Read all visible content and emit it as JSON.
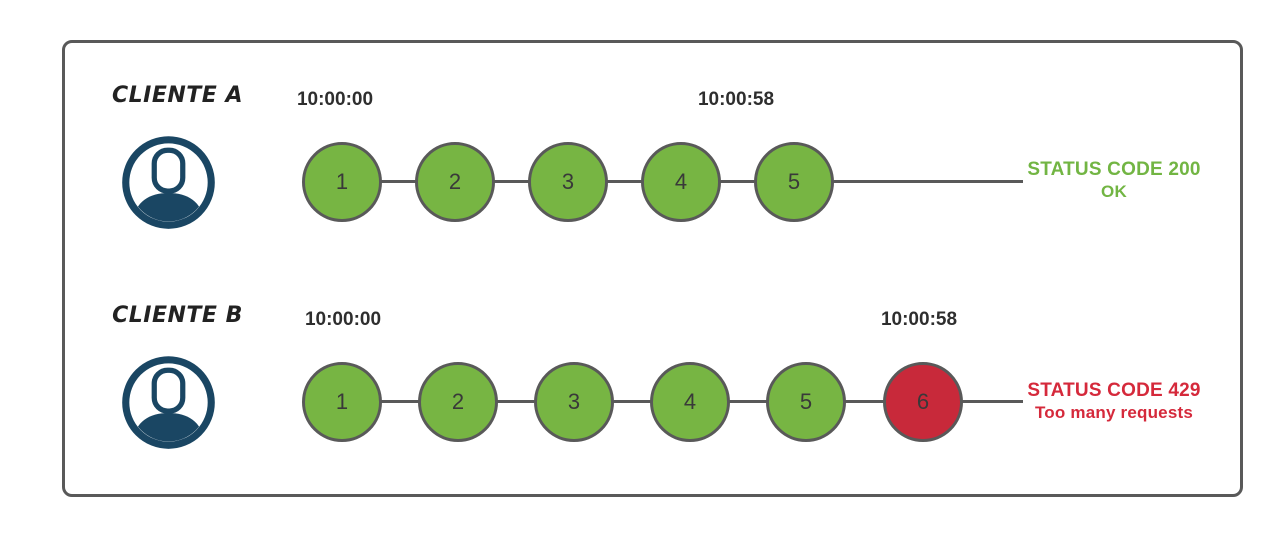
{
  "colors": {
    "ok": "#77b543",
    "error": "#c8293a",
    "line": "#595959",
    "frame_border": "#595959",
    "timestamp_text": "#2e2e2e",
    "avatar_navy": "#1a4663",
    "status_ok_text": "#72b543",
    "status_error_text": "#d5293b"
  },
  "rows": [
    {
      "client": "CLIENTE A",
      "start_time": "10:00:00",
      "end_time": "10:00:58",
      "requests": [
        {
          "label": "1",
          "status": "ok"
        },
        {
          "label": "2",
          "status": "ok"
        },
        {
          "label": "3",
          "status": "ok"
        },
        {
          "label": "4",
          "status": "ok"
        },
        {
          "label": "5",
          "status": "ok"
        }
      ],
      "status_line1": "STATUS CODE 200",
      "status_line2": "OK",
      "status_color": "#72b543"
    },
    {
      "client": "CLIENTE B",
      "start_time": "10:00:00",
      "end_time": "10:00:58",
      "requests": [
        {
          "label": "1",
          "status": "ok"
        },
        {
          "label": "2",
          "status": "ok"
        },
        {
          "label": "3",
          "status": "ok"
        },
        {
          "label": "4",
          "status": "ok"
        },
        {
          "label": "5",
          "status": "ok"
        },
        {
          "label": "6",
          "status": "error"
        }
      ],
      "status_line1": "STATUS CODE 429",
      "status_line2": "Too many requests",
      "status_color": "#d5293b"
    }
  ]
}
